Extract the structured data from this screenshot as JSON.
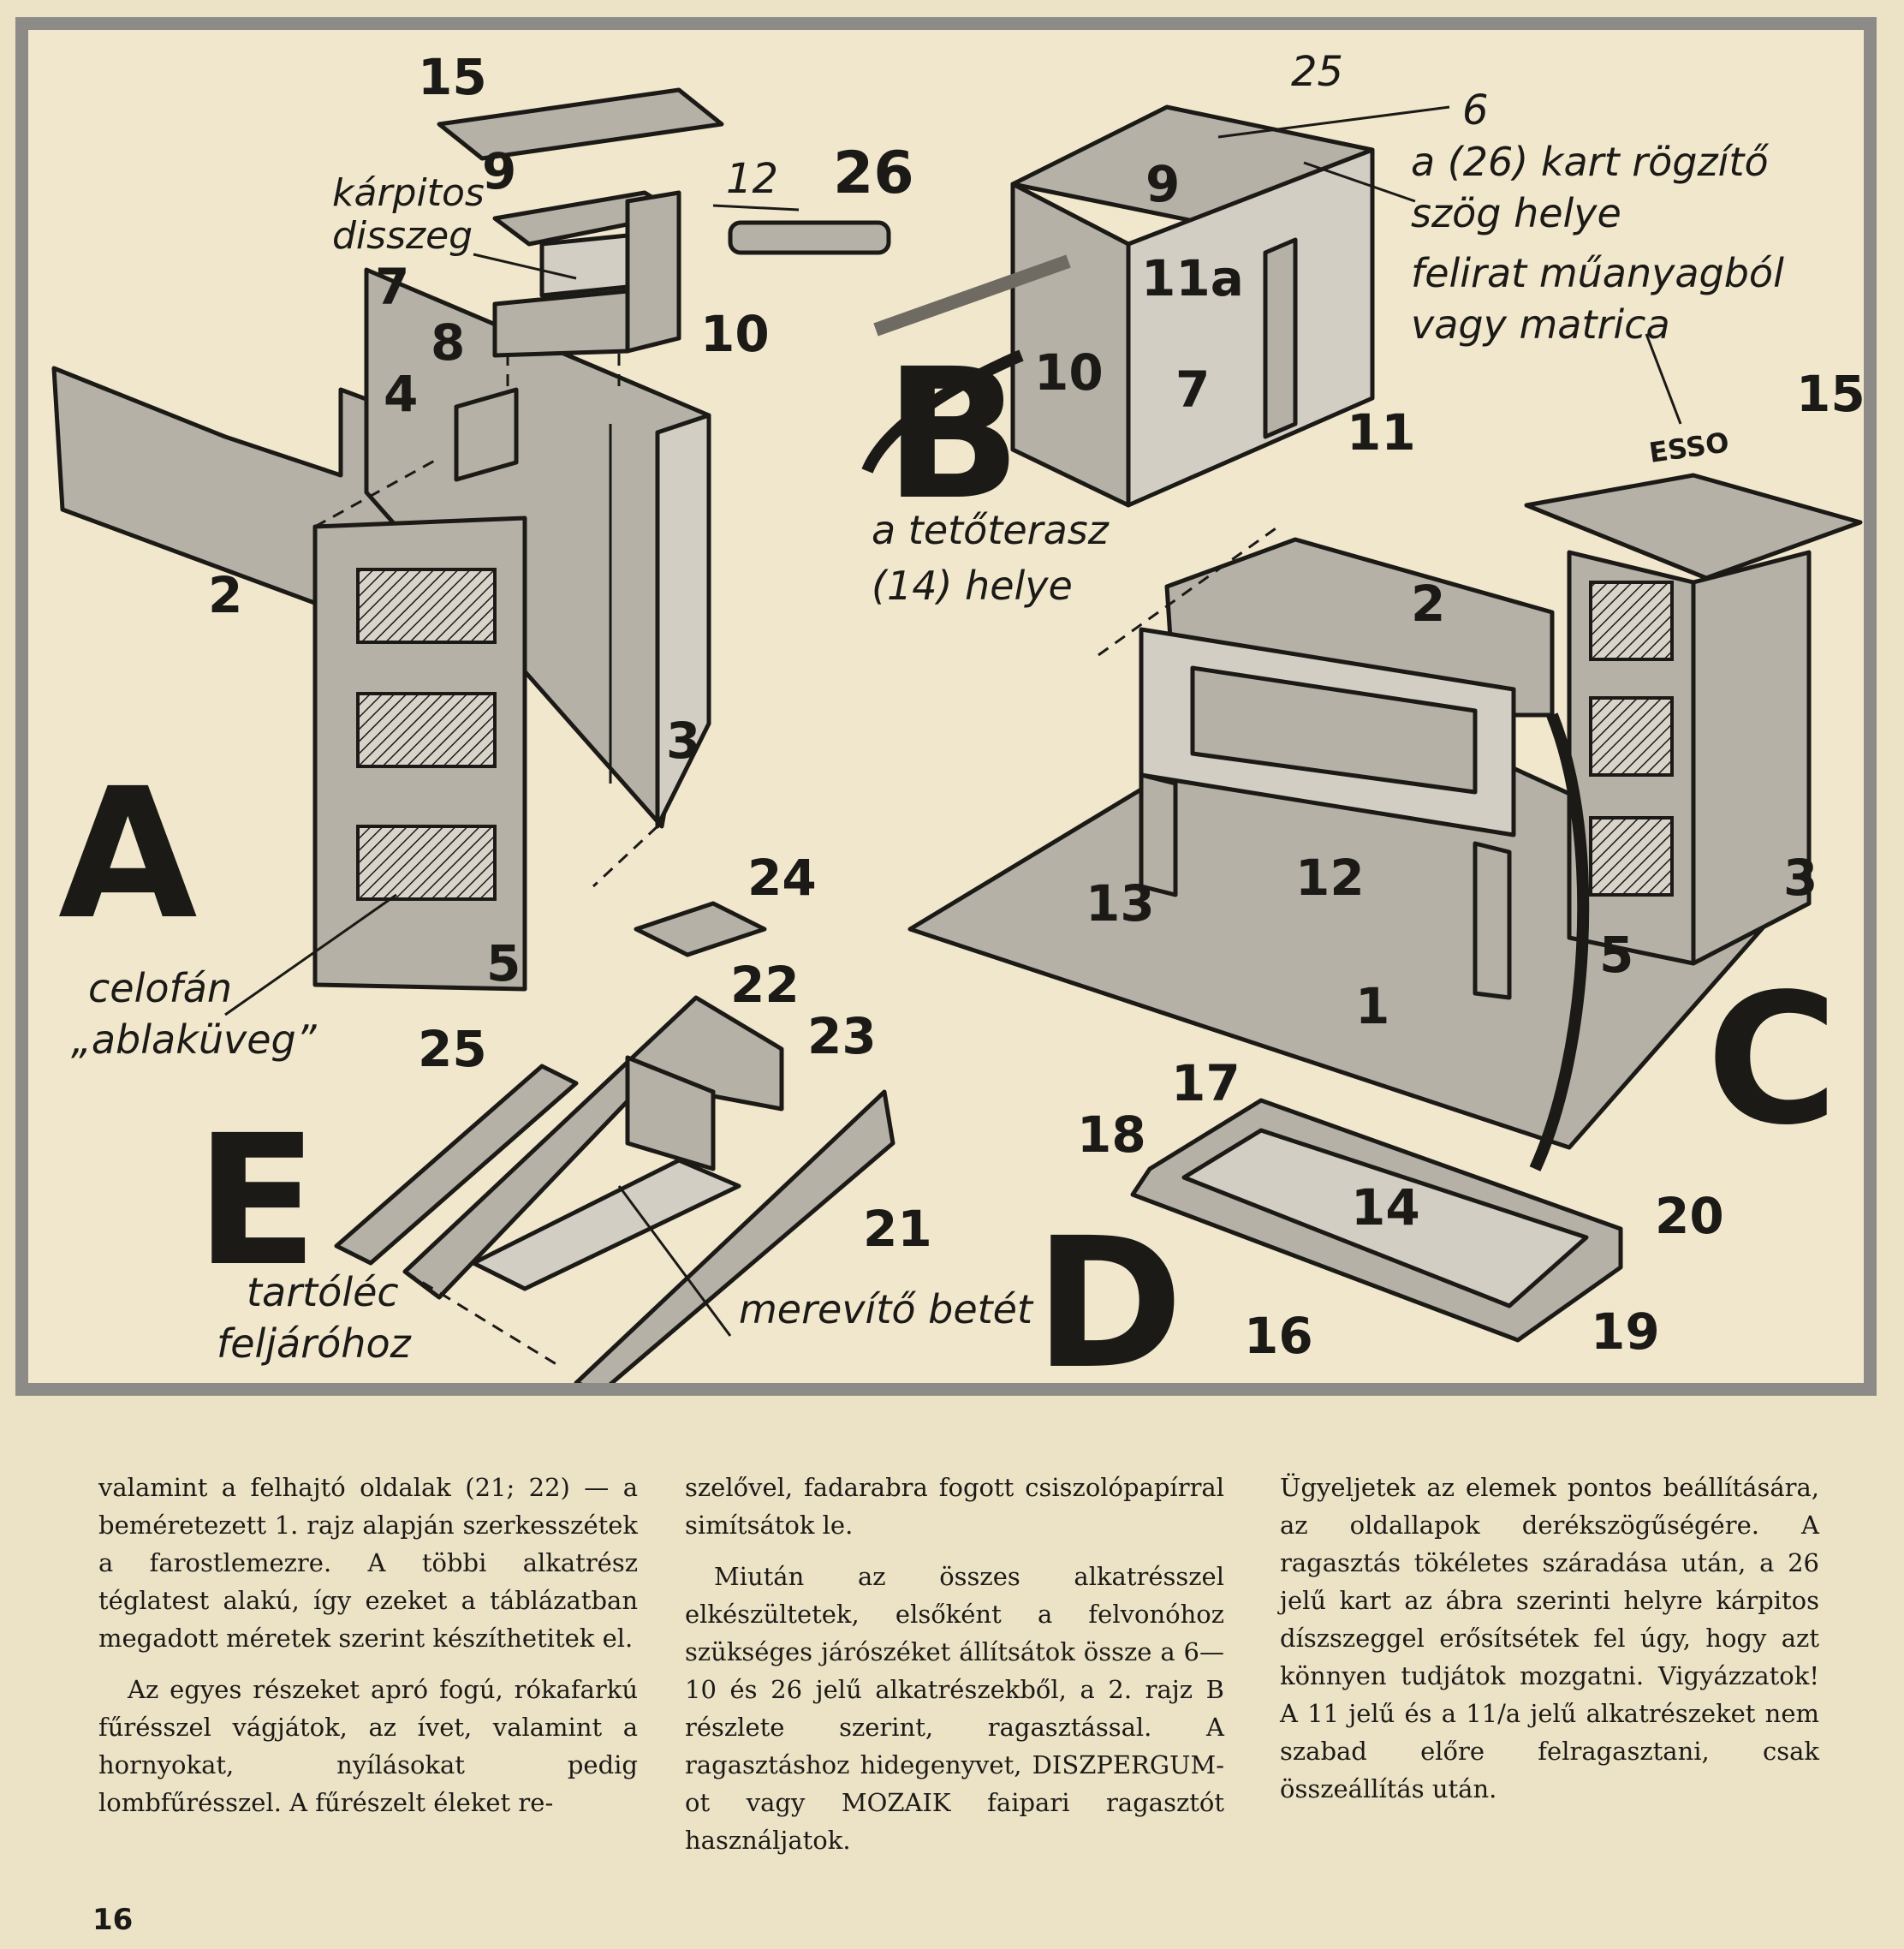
{
  "figure": {
    "section_letters": [
      "A",
      "B",
      "C",
      "D",
      "E"
    ],
    "part_numbers": {
      "p1": "1",
      "p2a": "2",
      "p2c": "2",
      "p3a": "3",
      "p3c": "3",
      "p4": "4",
      "p5a": "5",
      "p5c": "5",
      "p7a": "7",
      "p7b": "7",
      "p8": "8",
      "p9a": "9",
      "p9b": "9",
      "p10a": "10",
      "p10b": "10",
      "p11": "11",
      "p11a": "11a",
      "p12": "12",
      "p13": "13",
      "p14": "14",
      "p15a": "15",
      "p15c": "15",
      "p16": "16",
      "p17": "17",
      "p18": "18",
      "p19": "19",
      "p20": "20",
      "p21": "21",
      "p22": "22",
      "p23": "23",
      "p24": "24",
      "p25": "25",
      "p26": "26"
    },
    "dimensions": {
      "d12": "12",
      "d25": "25",
      "d6": "6"
    },
    "annotations": {
      "karpitos_1": "kárpitos",
      "karpitos_2": "disszeg",
      "nail_1": "a (26) kart rögzítő",
      "nail_2": "szög helye",
      "label_1": "felirat műanyagból",
      "label_2": "vagy matrica",
      "terrace_1": "a tetőterasz",
      "terrace_2": "(14) helye",
      "celofan_1": "celofán",
      "celofan_2": "„ablaküveg”",
      "tartolec_1": "tartóléc",
      "tartolec_2": "feljáróhoz",
      "merevito": "merevítő betét",
      "sign": "ESSO"
    }
  },
  "text": {
    "col1_p1": "valamint a felhajtó oldalak (21; 22) — a beméretezett 1. rajz alapján szerkesszétek a farostlemezre. A többi alkatrész téglatest alakú, így ezeket a táblázatban megadott méretek szerint készíthetitek el.",
    "col1_p2": "Az egyes részeket apró fogú, rókafarkú fűrésszel vágjátok, az ívet, valamint a hornyokat, nyílásokat pedig lombfűrésszel. A fűrészelt éleket re-",
    "col2_p1": "szelővel, fadarabra fogott csiszolópapírral simítsátok le.",
    "col2_p2": "Miután az összes alkatrésszel elkészültetek, elsőként a felvonóhoz szükséges járószéket állítsátok össze a 6—10 és 26 jelű alkatrészekből, a 2. rajz B részlete szerint, ragasztással. A ragasztáshoz hidegenyvet, DISZPERGUM-ot vagy MOZAIK faipari ragasztót használjatok.",
    "col3_p1": "Ügyeljetek az elemek pontos beállítására, az oldallapok derékszögűségére. A ragasztás tökéletes száradása után, a 26 jelű kart az ábra szerinti helyre kárpitos díszszeggel erősítsétek fel úgy, hogy azt könnyen tudjátok mozgatni. Vigyázzatok! A 11 jelű és a 11/a jelű alkatrészeket nem szabad előre felragasztani, csak összeállítás után."
  },
  "page_number": "16"
}
